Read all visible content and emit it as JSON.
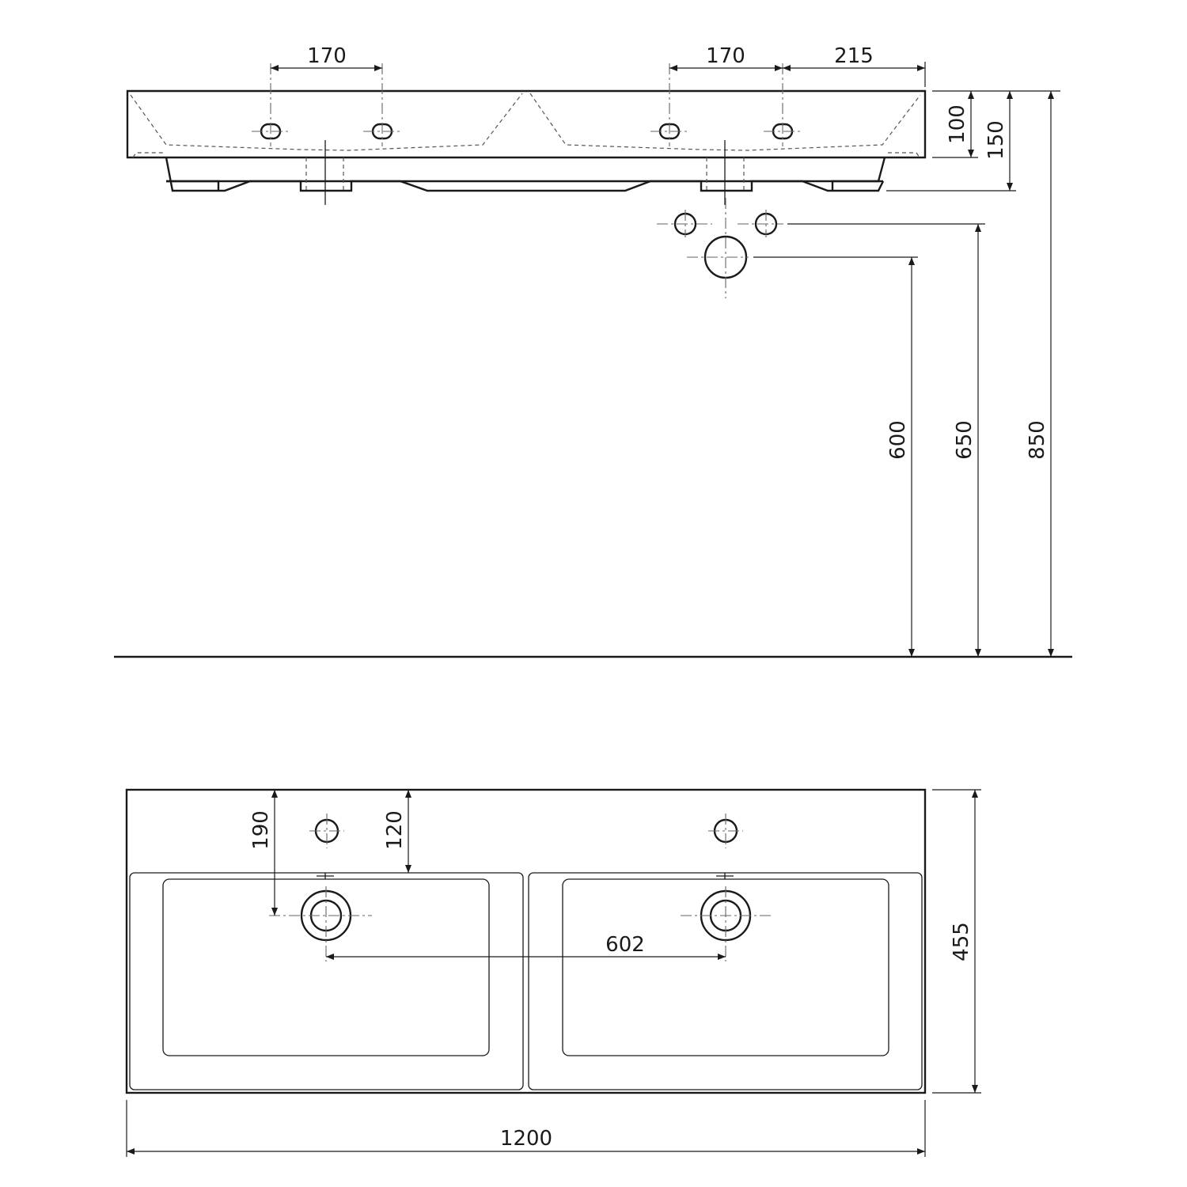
{
  "front_view": {
    "dims": {
      "tap_spacing_left": "170",
      "tap_spacing_right": "170",
      "tap_to_edge": "215",
      "rim_height": "100",
      "total_depth": "150",
      "waste_height": "600",
      "supply_height": "650",
      "rim_floor_height": "850"
    }
  },
  "top_view": {
    "dims": {
      "waste_from_back": "190",
      "tap_from_bowl": "120",
      "waste_spacing": "602",
      "depth": "455",
      "width": "1200"
    }
  }
}
